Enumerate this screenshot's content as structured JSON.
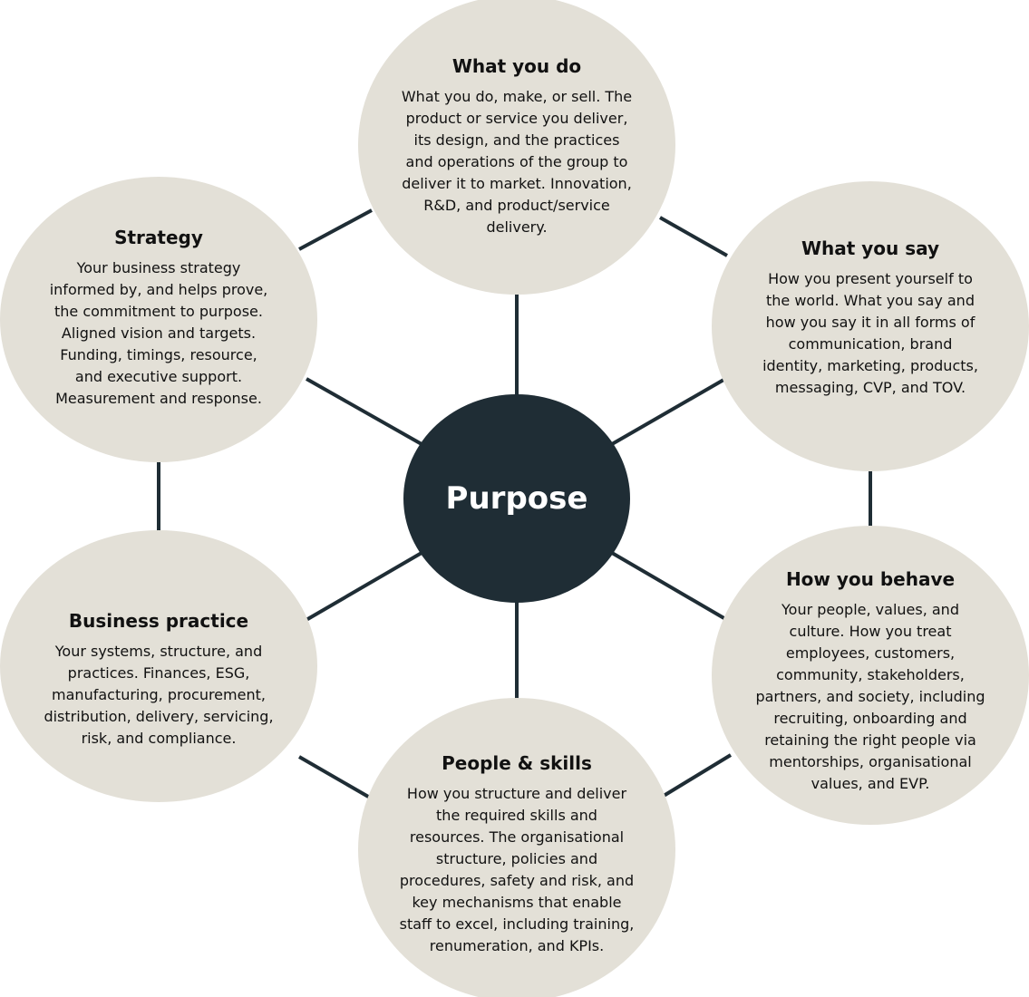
{
  "center": {
    "label": "Purpose"
  },
  "colors": {
    "dark": "#1f2d35",
    "blob": "#e3e0d7"
  },
  "nodes": [
    {
      "id": "what-you-do",
      "title": "What you do",
      "lines": [
        "What you do, make, or sell. The",
        "product or service you deliver,",
        "its design, and the practices",
        "and operations of the group to",
        "deliver it to market. Innovation,",
        "R&D, and product/service",
        "delivery."
      ]
    },
    {
      "id": "what-you-say",
      "title": "What you say",
      "lines": [
        "How you present yourself to",
        "the world. What you say and",
        "how you say it in all forms of",
        "communication, brand",
        "identity, marketing, products,",
        "messaging, CVP, and TOV."
      ]
    },
    {
      "id": "how-you-behave",
      "title": "How you behave",
      "lines": [
        "Your people, values, and",
        "culture. How you treat",
        "employees, customers,",
        "community, stakeholders,",
        "partners, and society, including",
        "recruiting, onboarding and",
        "retaining the right people via",
        "mentorships, organisational",
        "values, and EVP."
      ]
    },
    {
      "id": "people-skills",
      "title": "People & skills",
      "lines": [
        "How you structure and deliver",
        "the required skills and",
        "resources. The organisational",
        "structure, policies and",
        "procedures, safety and risk, and",
        "key mechanisms that enable",
        "staff to excel, including training,",
        "renumeration, and KPIs."
      ]
    },
    {
      "id": "business-practice",
      "title": "Business practice",
      "lines": [
        "Your systems, structure, and",
        "practices. Finances, ESG,",
        "manufacturing, procurement,",
        "distribution, delivery, servicing,",
        "risk, and compliance."
      ]
    },
    {
      "id": "strategy",
      "title": "Strategy",
      "lines": [
        "Your business strategy",
        "informed by, and helps prove,",
        "the commitment to purpose.",
        "Aligned vision and targets.",
        "Funding, timings, resource,",
        "and executive support.",
        "Measurement and response."
      ]
    }
  ]
}
